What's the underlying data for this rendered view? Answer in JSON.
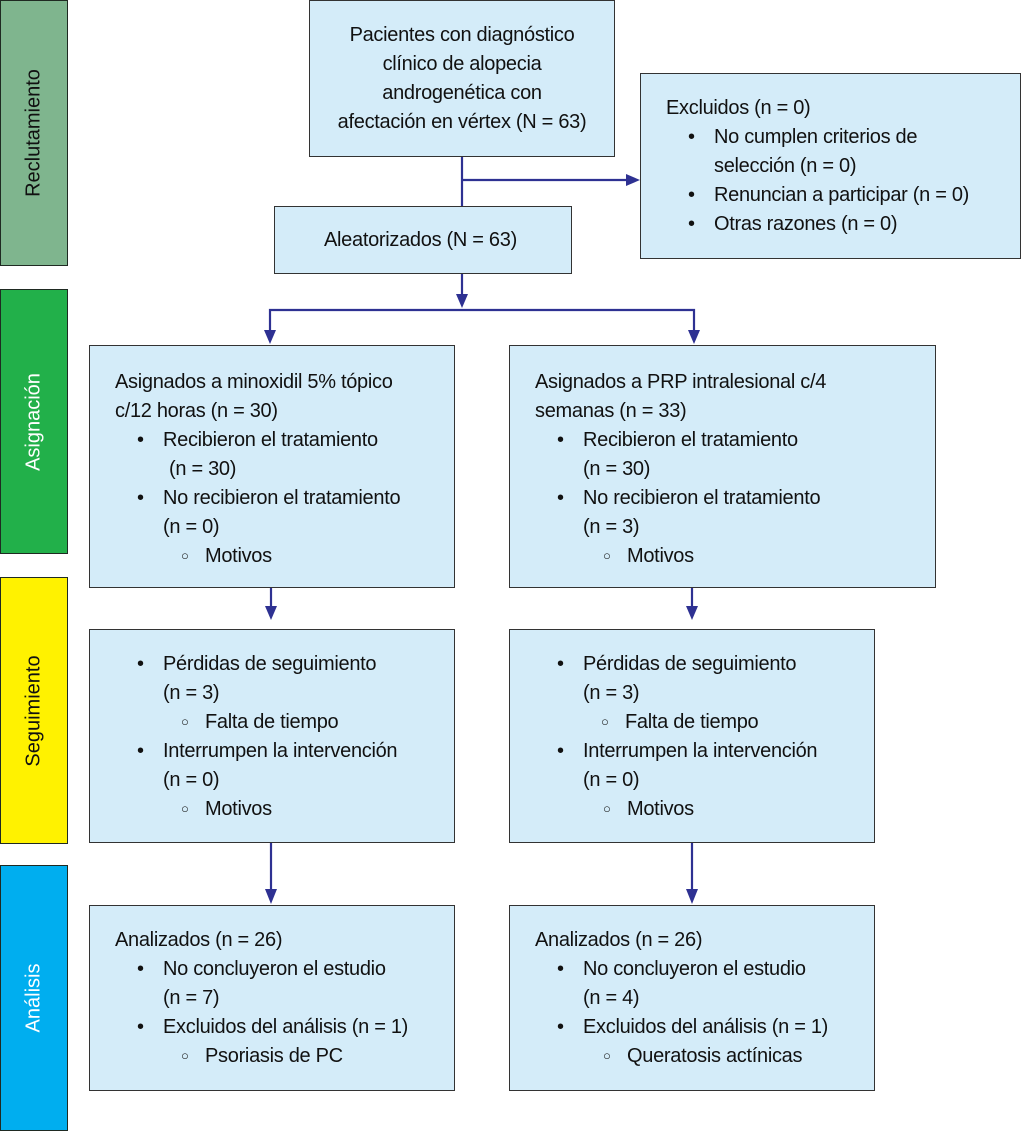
{
  "stages": {
    "recruitment": {
      "label": "Reclutamiento",
      "color": "#7fb58e"
    },
    "allocation": {
      "label": "Asignación",
      "color": "#22b04a"
    },
    "follow_up": {
      "label": "Seguimiento",
      "color": "#fff200"
    },
    "analysis": {
      "label": "Análisis",
      "color": "#00aeef"
    }
  },
  "colors": {
    "box_fill": "#d4ecf9",
    "arrow": "#2e3192"
  },
  "enrollment": {
    "lines": [
      "Pacientes con diagnóstico",
      "clínico de alopecia",
      "androgenética con",
      "afectación en vértex (N = 63)"
    ]
  },
  "excluded": {
    "title": "Excluidos (n = 0)",
    "items": [
      "No cumplen criterios de",
      "selección (n = 0)",
      "Renuncian a participar (n = 0)",
      "Otras razones (n = 0)"
    ]
  },
  "randomized": {
    "label": "Aleatorizados (N = 63)"
  },
  "left_arm": {
    "allocation": {
      "title_lines": [
        "Asignados a minoxidil 5% tópico",
        "c/12 horas (n = 30)"
      ],
      "received": [
        "Recibieron el tratamiento",
        "(n = 30)"
      ],
      "not_received": [
        "No recibieron el tratamiento",
        "(n = 0)"
      ],
      "reasons": "Motivos"
    },
    "follow_up": {
      "lost": [
        "Pérdidas de seguimiento",
        "(n = 3)"
      ],
      "lost_reason": "Falta de tiempo",
      "discontinued": [
        "Interrumpen la intervención",
        "(n = 0)"
      ],
      "discontinued_reason": "Motivos"
    },
    "analysis": {
      "title": "Analizados (n = 26)",
      "not_completed": [
        "No concluyeron el estudio",
        "(n = 7)"
      ],
      "excluded": "Excluidos del análisis (n = 1)",
      "excluded_reason": "Psoriasis de PC"
    }
  },
  "right_arm": {
    "allocation": {
      "title_lines": [
        "Asignados a PRP intralesional c/4",
        "semanas (n = 33)"
      ],
      "received": [
        "Recibieron el tratamiento",
        "(n = 30)"
      ],
      "not_received": [
        "No recibieron el tratamiento",
        "(n = 3)"
      ],
      "reasons": "Motivos"
    },
    "follow_up": {
      "lost": [
        "Pérdidas de seguimiento",
        "(n = 3)"
      ],
      "lost_reason": "Falta de tiempo",
      "discontinued": [
        "Interrumpen la intervención",
        "(n = 0)"
      ],
      "discontinued_reason": "Motivos"
    },
    "analysis": {
      "title": "Analizados (n = 26)",
      "not_completed": [
        "No concluyeron el estudio",
        "(n = 4)"
      ],
      "excluded": "Excluidos del análisis (n = 1)",
      "excluded_reason": "Queratosis actínicas"
    }
  }
}
